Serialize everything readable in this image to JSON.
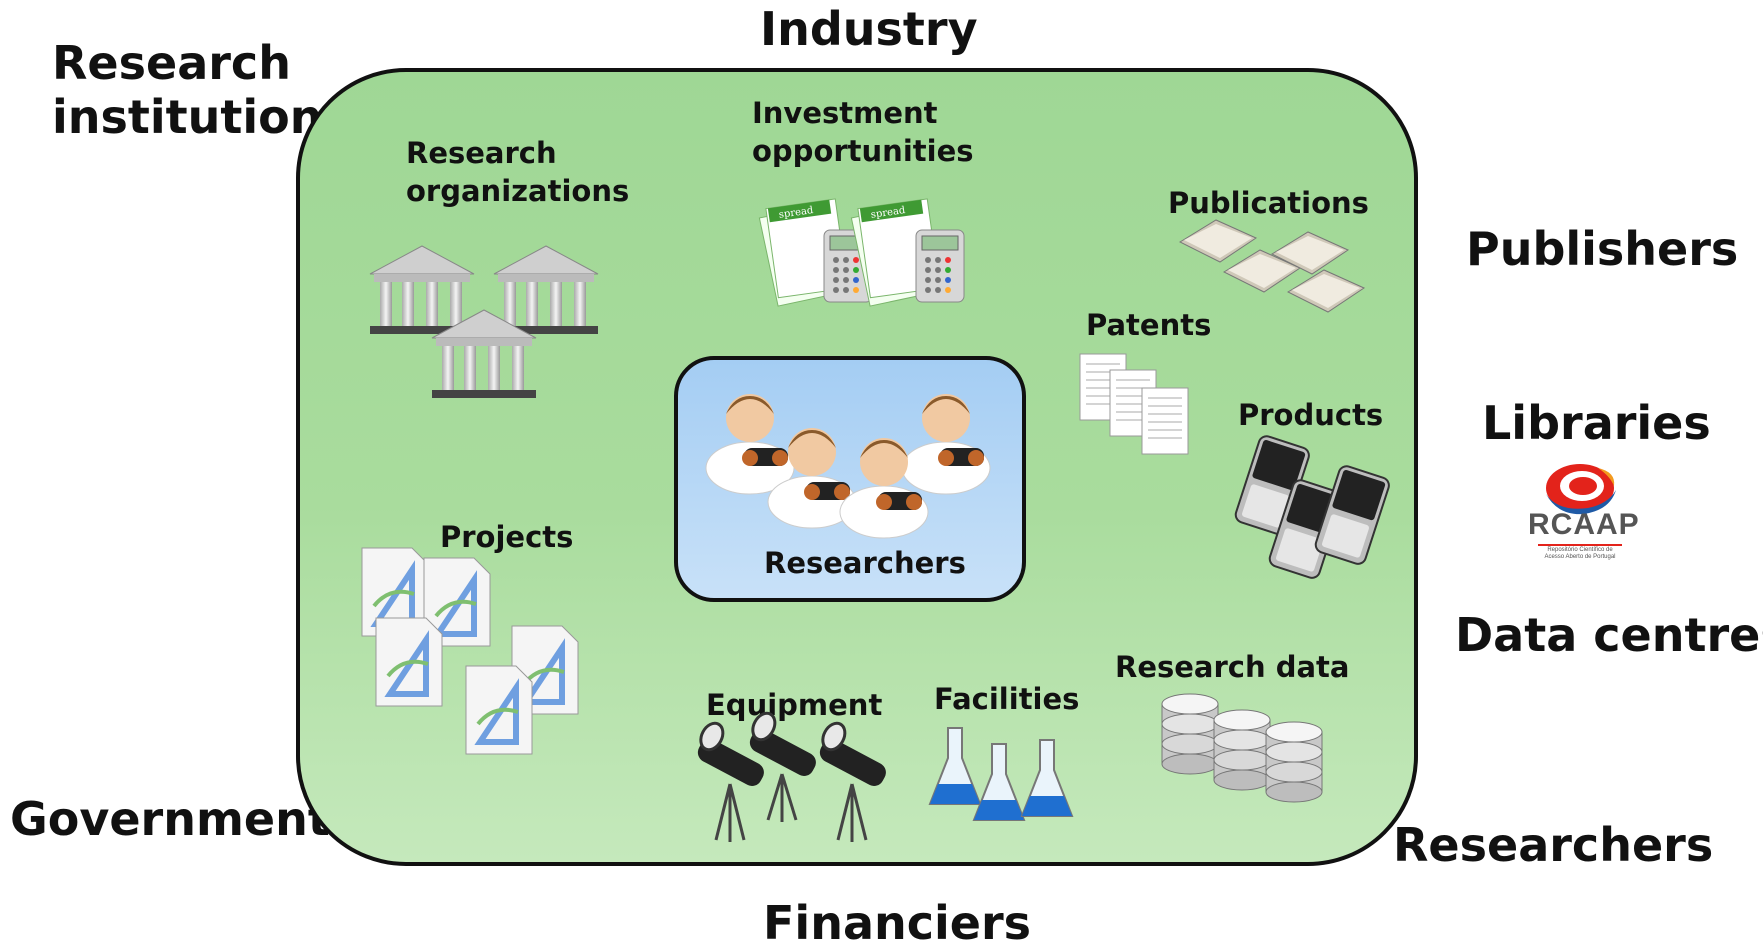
{
  "outer": {
    "industry": "Industry",
    "research_institutions": [
      "Research",
      "institutions"
    ],
    "publishers": "Publishers",
    "libraries": "Libraries",
    "data_centres": "Data centres",
    "governments": "Governments",
    "researchers": "Researchers",
    "financiers": "Financiers"
  },
  "inner": {
    "research_organizations": [
      "Research",
      "organizations"
    ],
    "investment_opportunities": [
      "Investment",
      "opportunities"
    ],
    "publications": "Publications",
    "patents": "Patents",
    "products": "Products",
    "projects": "Projects",
    "researchers": "Researchers",
    "equipment": "Equipment",
    "facilities": "Facilities",
    "research_data": "Research data"
  },
  "logo": {
    "name": "RCAAP",
    "subtitle": [
      "Repositório Científico de",
      "Acesso Aberto de Portugal"
    ]
  },
  "icons": {
    "research_organizations": "building-icon",
    "investment_opportunities": "spreadsheet-calculator-icon",
    "spreadsheet_tag": "spread",
    "publications": "open-book-icon",
    "patents": "document-icon",
    "products": "mobile-phone-icon",
    "projects": "blueprint-file-icon",
    "researchers": "person-binoculars-icon",
    "equipment": "telescope-icon",
    "facilities": "flask-icon",
    "research_data": "database-icon"
  },
  "colors": {
    "main_box": "#a6da9b",
    "researchers_box": "#b6d8f6",
    "logo_red": "#e3231b",
    "logo_blue": "#1f5aa6",
    "logo_orange": "#f39a1e"
  }
}
